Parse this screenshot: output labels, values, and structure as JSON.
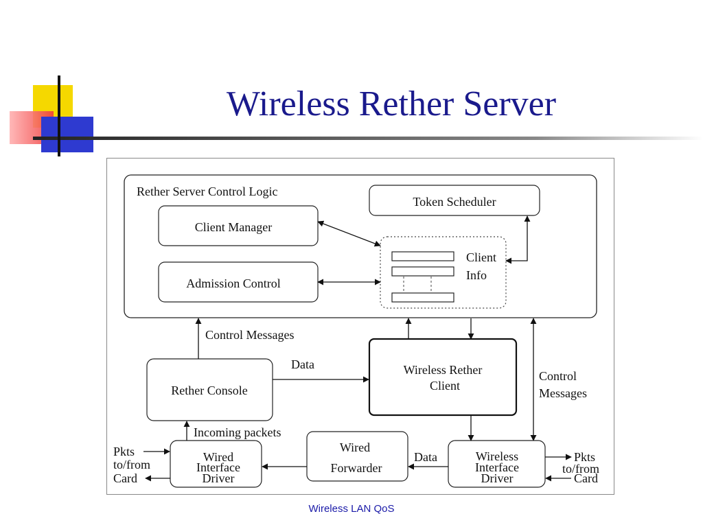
{
  "slide": {
    "title": "Wireless Rether Server",
    "footer": "Wireless LAN QoS"
  },
  "diagram": {
    "control_logic_label": "Rether Server Control Logic",
    "token_scheduler": "Token Scheduler",
    "client_manager": "Client Manager",
    "admission_control": "Admission Control",
    "client_info_line1": "Client",
    "client_info_line2": "Info",
    "control_messages_left": "Control Messages",
    "data_console": "Data",
    "rether_console": "Rether Console",
    "wireless_rether_client_line1": "Wireless Rether",
    "wireless_rether_client_line2": "Client",
    "control_right_line1": "Control",
    "control_right_line2": "Messages",
    "incoming_packets": "Incoming packets",
    "wired_driver_line1": "Wired",
    "wired_driver_line2": "Interface",
    "wired_driver_line3": "Driver",
    "wired_forwarder_line1": "Wired",
    "wired_forwarder_line2": "Forwarder",
    "data_wireless": "Data",
    "wireless_driver_line1": "Wireless",
    "wireless_driver_line2": "Interface",
    "wireless_driver_line3": "Driver",
    "pkts_left_line1": "Pkts",
    "pkts_left_line2": "to/from",
    "pkts_left_line3": "Card",
    "pkts_right_line1": "Pkts",
    "pkts_right_line2": "to/from",
    "pkts_right_line3": "Card"
  },
  "colors": {
    "title": "#1a1a8c",
    "footer": "#1a1aa8",
    "deco_yellow": "#f5d800",
    "deco_red": "#f03c3c",
    "deco_blue": "#2e3ad0"
  }
}
